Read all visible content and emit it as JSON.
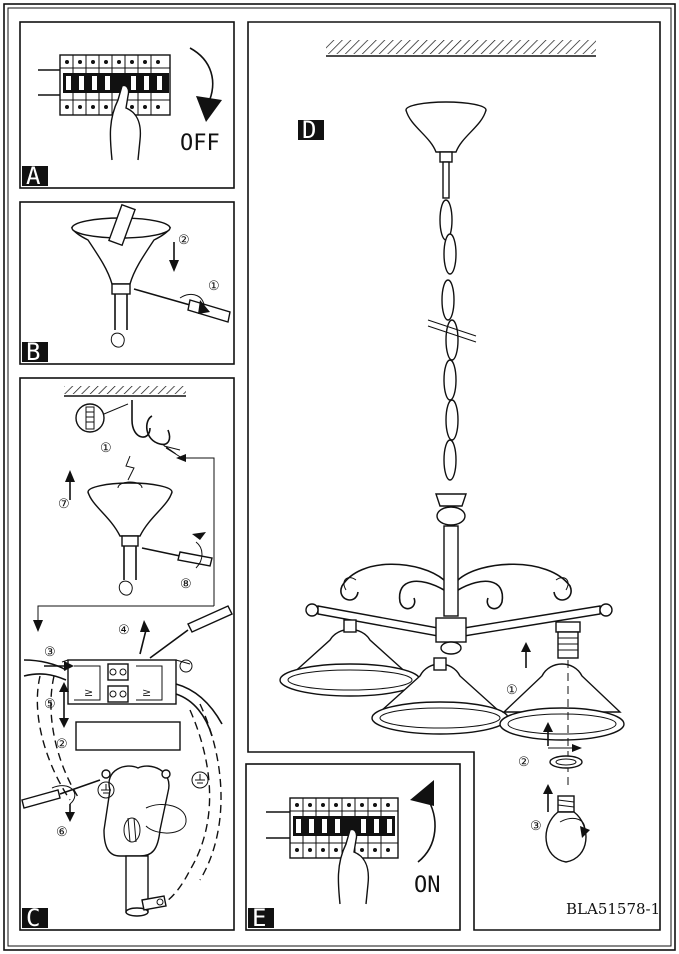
{
  "panels": {
    "a": {
      "label": "A",
      "switch_text": "OFF"
    },
    "b": {
      "label": "B",
      "steps": [
        "②",
        "①"
      ]
    },
    "c": {
      "label": "C",
      "steps": [
        "①",
        "⑦",
        "⑧",
        "③",
        "④",
        "⑤",
        "②",
        "⑥"
      ]
    },
    "d": {
      "label": "D",
      "steps": [
        "①",
        "②",
        "③"
      ]
    },
    "e": {
      "label": "E",
      "switch_text": "ON"
    }
  },
  "product_code": "BLA51578-1",
  "icons": {
    "breaker": "circuit-breaker-icon",
    "ground": "ground-symbol-icon",
    "dowel": "wall-plug-icon"
  }
}
